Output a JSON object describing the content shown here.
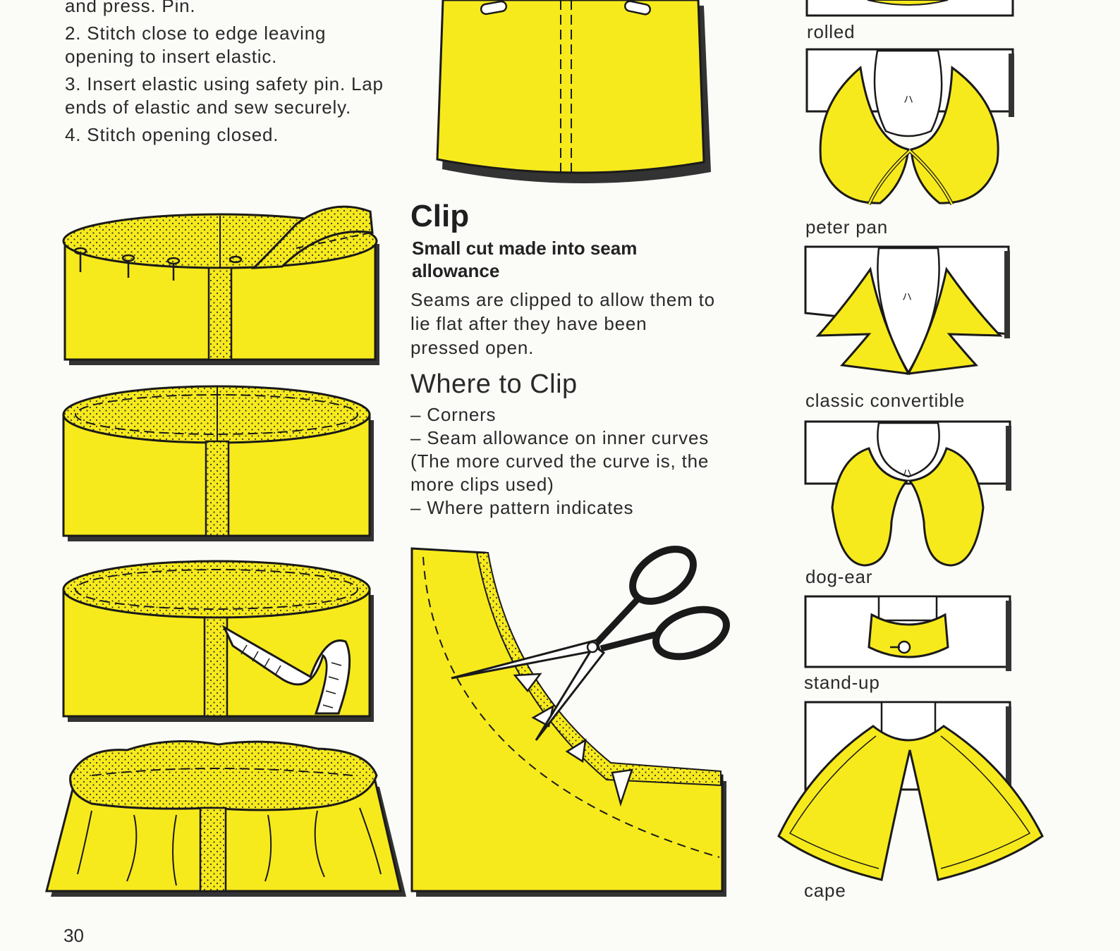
{
  "instructions": {
    "steps": [
      "and press. Pin.",
      "2. Stitch close to edge leaving opening to insert elastic.",
      "3. Insert elastic using safety pin. Lap ends of elastic and sew securely.",
      "4. Stitch opening closed."
    ]
  },
  "clip_section": {
    "heading": "Clip",
    "subheading": "Small cut made into seam allowance",
    "body": "Seams are clipped to allow them to lie flat after they have been pressed open.",
    "where_heading": "Where to Clip",
    "where_items": [
      "– Corners",
      "– Seam allowance on inner curves (The more curved the curve is, the more clips used)",
      "– Where pattern indicates"
    ]
  },
  "collars": {
    "rolled": "rolled",
    "peter_pan": "peter pan",
    "classic_convertible": "classic convertible",
    "dog_ear": "dog-ear",
    "stand_up": "stand-up",
    "cape": "cape"
  },
  "page_number": "30",
  "colors": {
    "fabric_yellow": "#f7ea1c",
    "outline": "#1a1a1a",
    "paper": "#fbfbf8"
  }
}
